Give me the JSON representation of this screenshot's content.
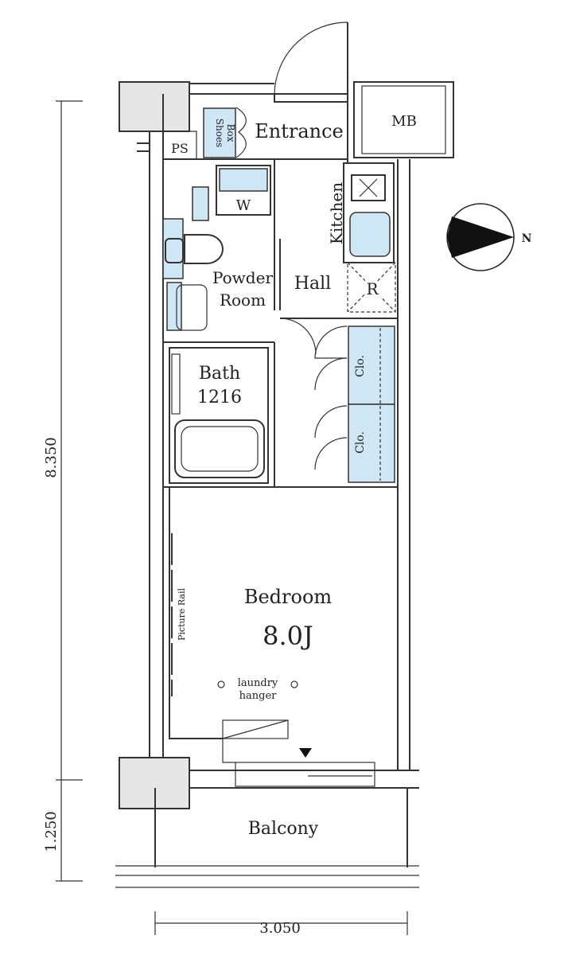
{
  "rooms": {
    "entrance": "Entrance",
    "mb": "MB",
    "ps": "PS",
    "shoes_box_line1": "Shoes",
    "shoes_box_line2": "Box",
    "washer": "W",
    "kitchen": "Kitchen",
    "refrigerator": "R",
    "hall": "Hall",
    "powder_room_line1": "Powder",
    "powder_room_line2": "Room",
    "bath": "Bath",
    "bath_size": "1216",
    "closet_1": "Clo.",
    "closet_2": "Clo.",
    "bedroom": "Bedroom",
    "bedroom_size": "8.0J",
    "picture_rail": "Picture Rail",
    "laundry_line1": "laundry",
    "laundry_line2": "hanger",
    "balcony": "Balcony"
  },
  "dimensions": {
    "total_depth": "8.350",
    "balcony_depth": "1.250",
    "width": "3.050"
  },
  "compass": {
    "north_label": "N"
  },
  "colors": {
    "fixture_blue": "#cfe6f5",
    "column_gray": "#e6e6e6"
  }
}
